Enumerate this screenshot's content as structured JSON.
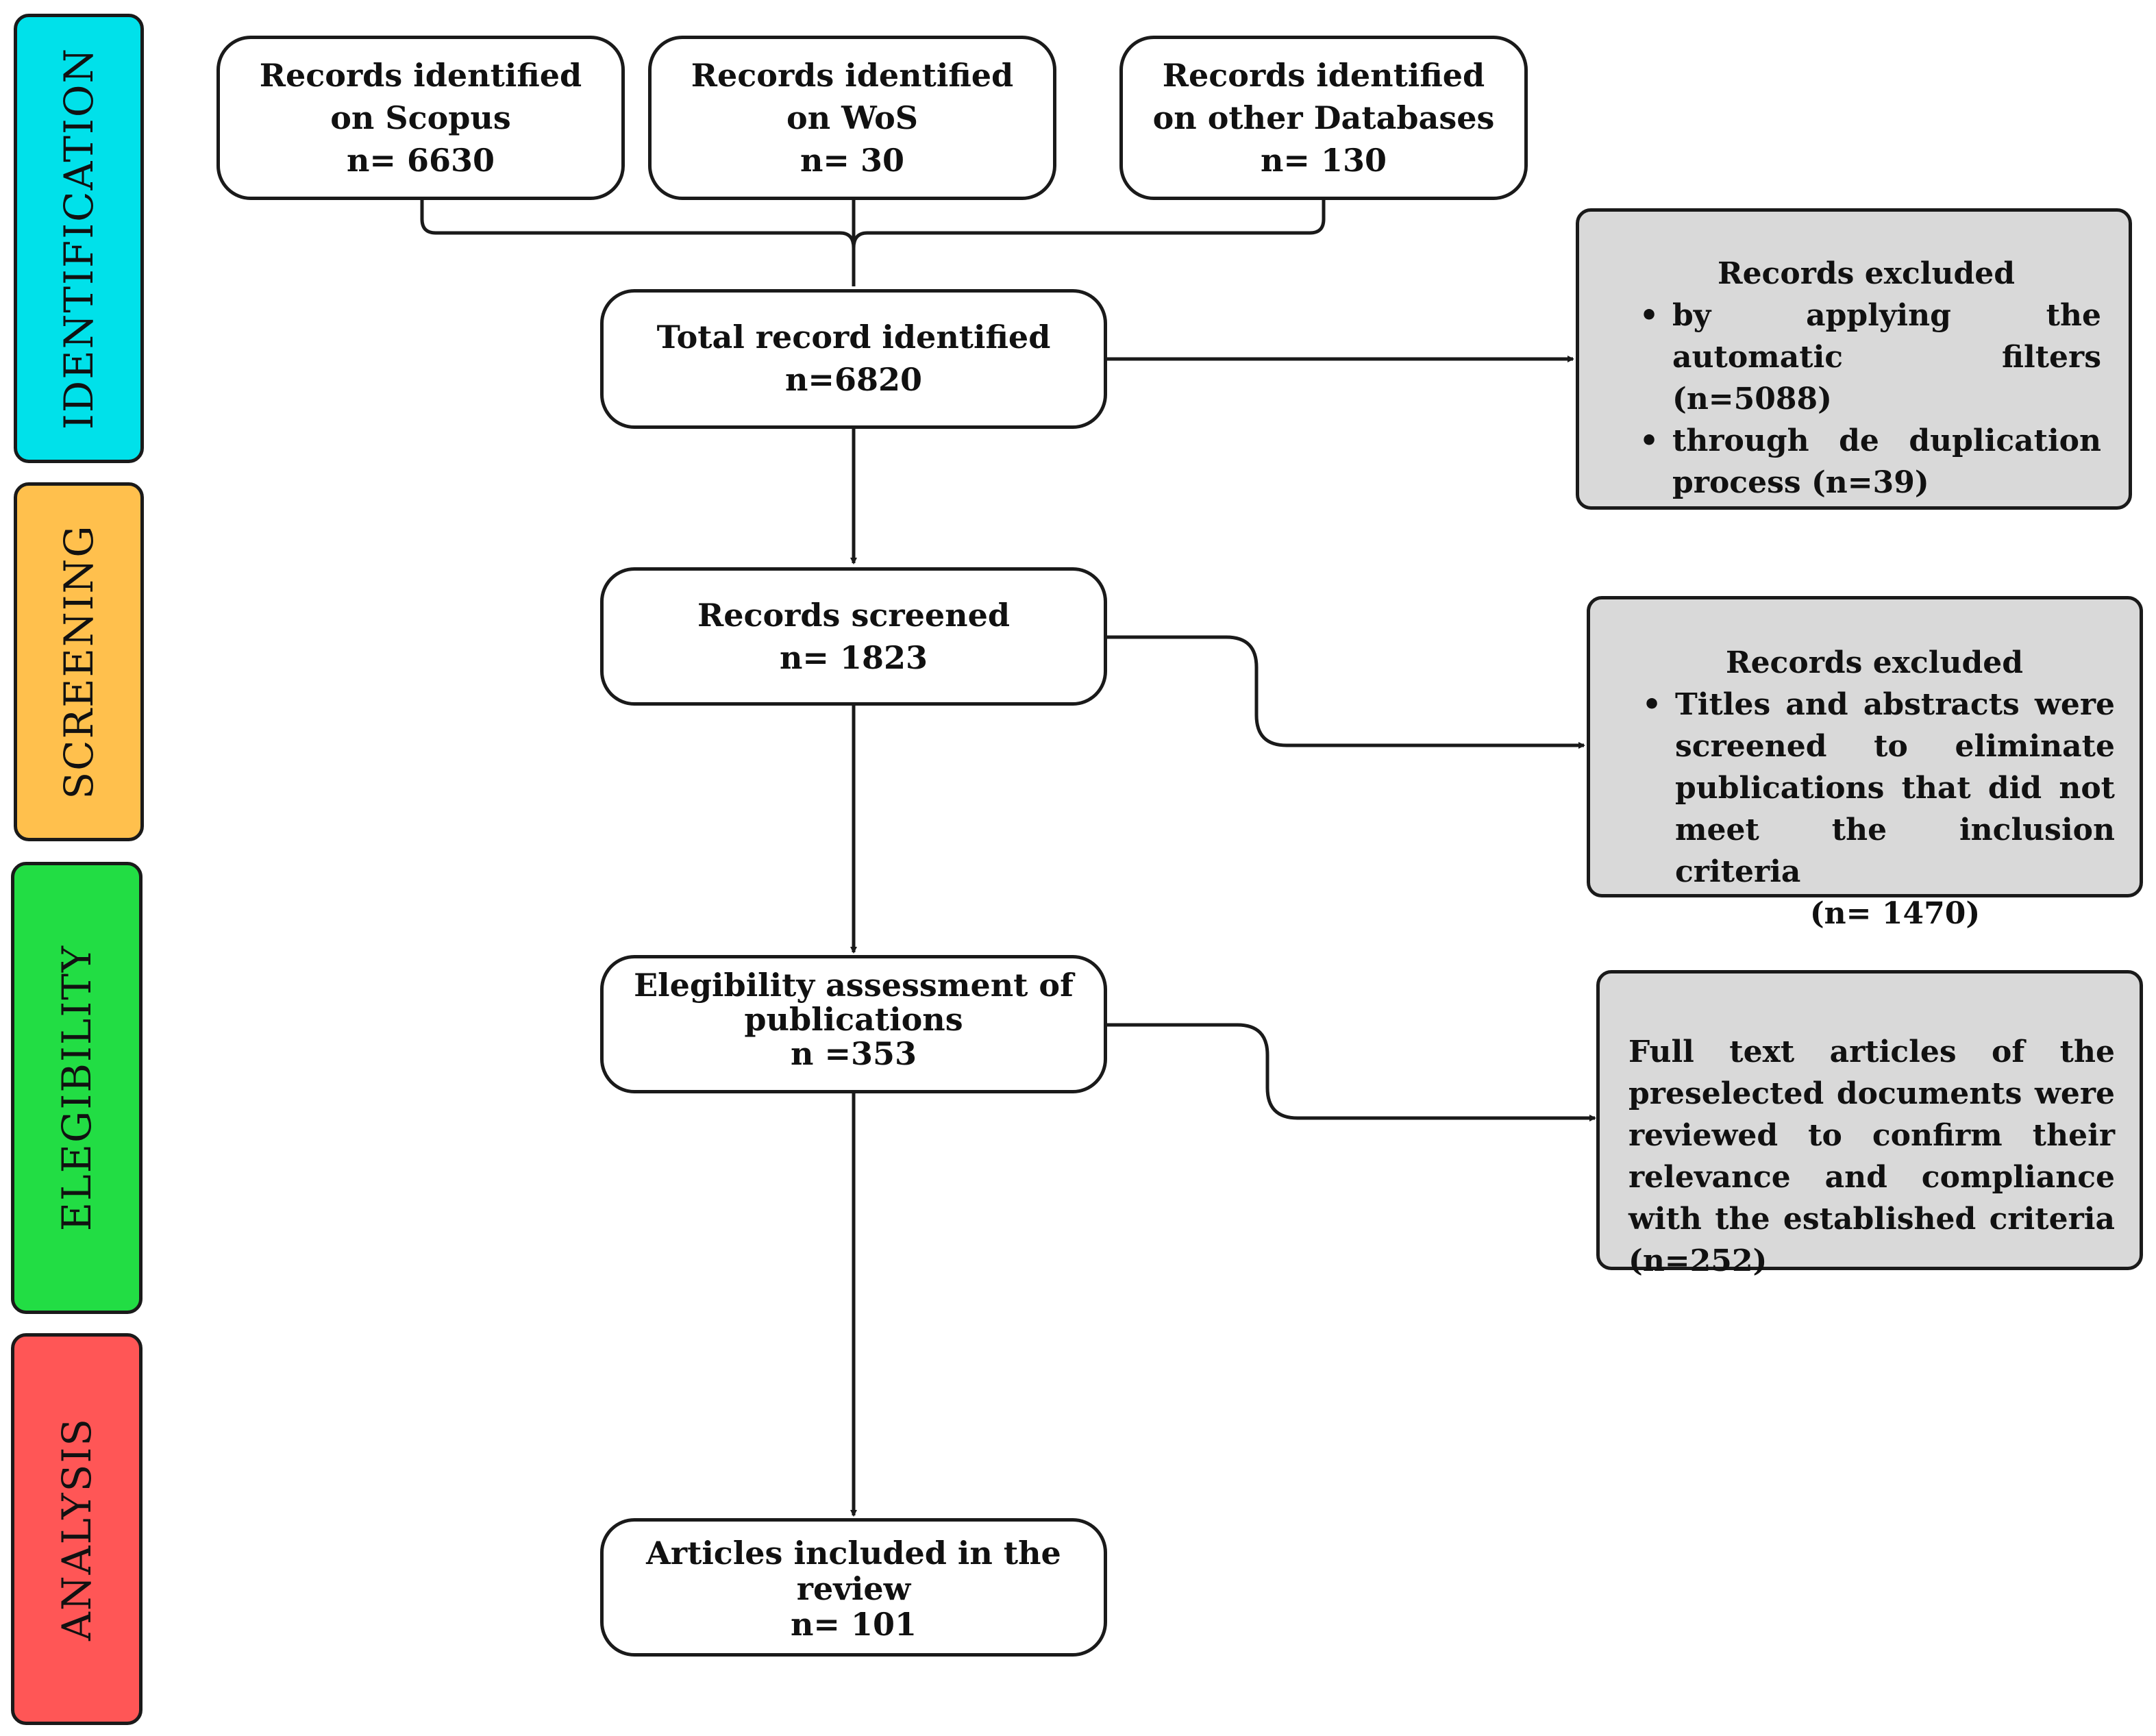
{
  "phases": {
    "identification": {
      "label": "IDENTIFICATION",
      "color": "#00e1ea"
    },
    "screening": {
      "label": "SCREENING",
      "color": "#ffc04d"
    },
    "eligibility": {
      "label": "ELEGIBILITY",
      "color": "#22dd44"
    },
    "analysis": {
      "label": "ANALYSIS",
      "color": "#ff5656"
    }
  },
  "sources": {
    "scopus": {
      "line1": "Records identified",
      "line2": "on Scopus",
      "count": "n= 6630"
    },
    "wos": {
      "line1": "Records identified",
      "line2": "on WoS",
      "count": "n= 30"
    },
    "other": {
      "line1": "Records identified",
      "line2": "on other Databases",
      "count": "n= 130"
    }
  },
  "total": {
    "title": "Total record identified",
    "count": "n=6820"
  },
  "screened": {
    "title": "Records screened",
    "count": "n= 1823"
  },
  "eligibility_box": {
    "line1": "Elegibility assessment of",
    "line2": "publications",
    "count": "n =353"
  },
  "included": {
    "line1": "Articles included in the",
    "line2": "review",
    "count": "n= 101"
  },
  "excluded_identification": {
    "title": "Records excluded",
    "item1": "by applying the automatic filters (n=5088)",
    "item2": "through de duplication process (n=39)"
  },
  "excluded_screening": {
    "title": "Records excluded",
    "item1": "Titles and abstracts were screened to eliminate publications that did not meet the inclusion criteria",
    "count": "(n= 1470)"
  },
  "excluded_eligibility": {
    "text": "Full text articles of the preselected documents were reviewed to confirm their relevance and compliance with the established criteria (n=252)"
  },
  "colors": {
    "stroke": "#1a1a1a",
    "excluded_fill": "#d9d9d9"
  }
}
